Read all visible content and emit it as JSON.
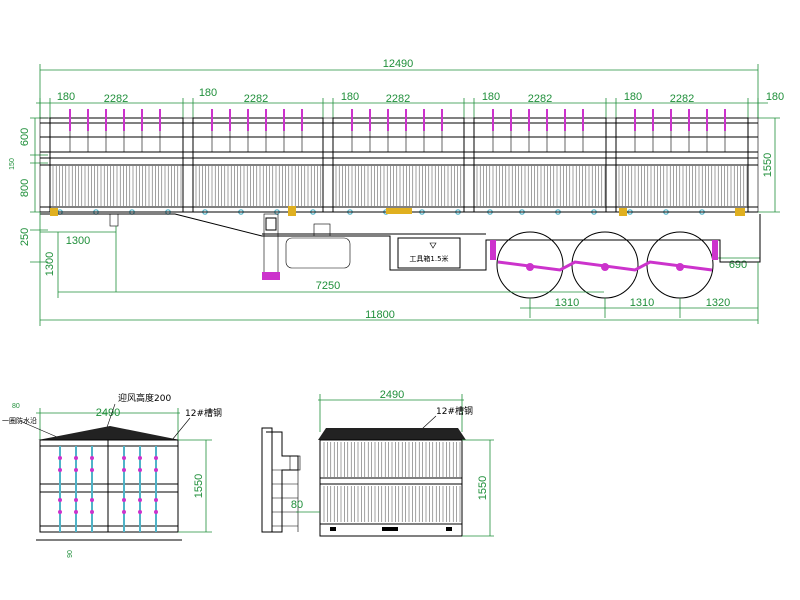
{
  "side_view": {
    "overall_length_top": "12490",
    "overall_length_bottom": "11800",
    "panel_gap": "180",
    "panel_width": "2282",
    "upper_rail_height": "600",
    "lower_panel_height": "800",
    "small_height": "150",
    "side_total_height": "1550",
    "frame_height": "250",
    "kingpin_offset": "1300",
    "kingpin_height": "1300",
    "kingpin_to_axle": "7250",
    "axle_spacing_1": "1310",
    "axle_spacing_2": "1310",
    "rear_overhang": "1320",
    "rear_height": "690",
    "toolbox_label": "工具箱1.5米"
  },
  "front_view": {
    "width": "2490",
    "top_dim": "80",
    "bottom_dim": "90",
    "height": "1550",
    "wind_deflector_label": "迎风高度200",
    "channel_label": "12#槽钢",
    "waterproof_label": "一圈防水沿"
  },
  "rear_view": {
    "width": "2490",
    "channel_label": "12#槽钢",
    "height": "1550",
    "bottom_dim": "80"
  },
  "colors": {
    "dimension": "#1f8f3a",
    "posts": "#cc33cc",
    "accent": "#e0b020",
    "steel": "#4fb3c8",
    "outline": "#000000"
  }
}
